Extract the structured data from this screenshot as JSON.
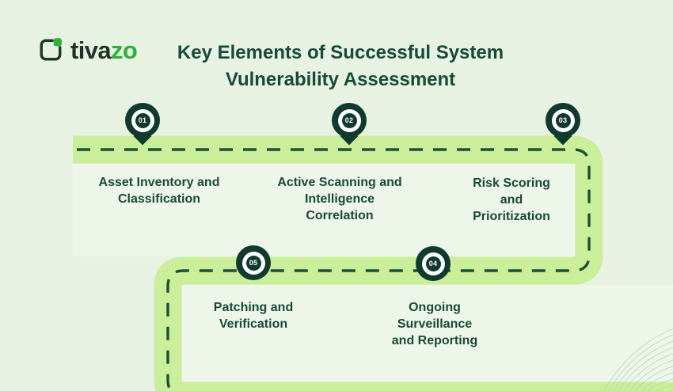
{
  "brand": {
    "logo_text_dark": "tiva",
    "logo_text_accent": "zo"
  },
  "title": "Key Elements of Successful System\nVulnerability Assessment",
  "steps": [
    {
      "number": "01",
      "label": "Asset Inventory and\nClassification"
    },
    {
      "number": "02",
      "label": "Active Scanning and\nIntelligence\nCorrelation"
    },
    {
      "number": "03",
      "label": "Risk Scoring\nand\nPrioritization"
    },
    {
      "number": "04",
      "label": "Ongoing\nSurveillance\nand Reporting"
    },
    {
      "number": "05",
      "label": "Patching and\nVerification"
    }
  ],
  "colors": {
    "background": "#e7f2e3",
    "inner_panel": "#eef6ea",
    "road": "#cbee9a",
    "dash": "#1d5038",
    "pin_dark": "#0f3a2d",
    "text_dark": "#174a38",
    "logo_dark": "#1f3429",
    "logo_accent": "#2eb135",
    "swirl": "#a9cf9c"
  }
}
